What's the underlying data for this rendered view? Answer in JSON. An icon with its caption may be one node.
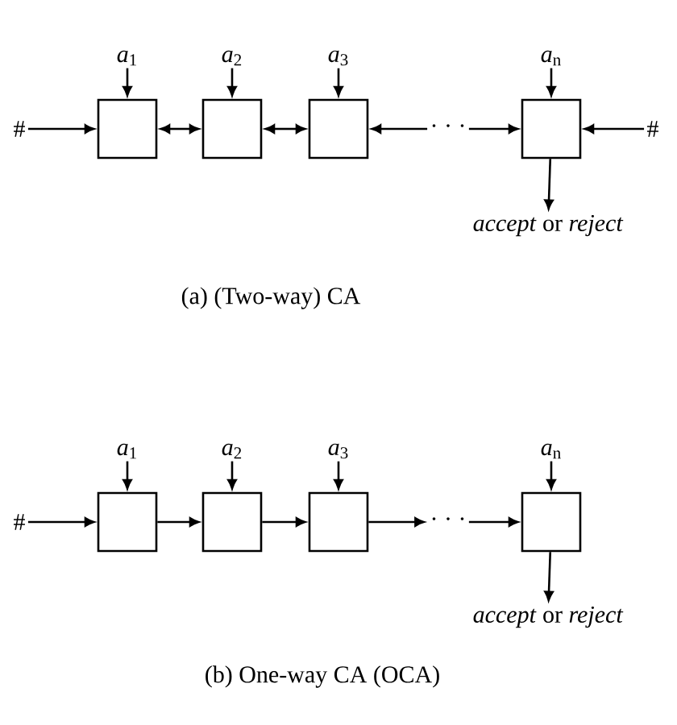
{
  "diagram": {
    "nodes": [
      {
        "text": [
          "*a*$_{1}$"
        ]
      },
      {
        "text": [
          "*a*$_{2}$"
        ]
      },
      {
        "text": [
          "*a*$_{3}$"
        ]
      },
      {
        "text": [
          "*a*$_{n}$"
        ]
      },
      {
        "text": [
          "#"
        ]
      },
      {
        "text": [],
        "shape": "box"
      },
      {
        "text": [],
        "shape": "box"
      },
      {
        "text": [],
        "shape": "box"
      },
      {
        "text": [
          "· · ·"
        ]
      },
      {
        "text": [],
        "shape": "box"
      },
      {
        "text": [
          "#"
        ]
      },
      {
        "text": [
          "*accept* or *reject*"
        ]
      },
      {
        "text": [
          "*a*$_{1}$"
        ]
      },
      {
        "text": [
          "*a*$_{2}$"
        ]
      },
      {
        "text": [
          "*a*$_{3}$"
        ]
      },
      {
        "text": [
          "*a*$_{n}$"
        ]
      },
      {
        "text": [
          "#"
        ]
      },
      {
        "text": [],
        "shape": "box"
      },
      {
        "text": [],
        "shape": "box"
      },
      {
        "text": [],
        "shape": "box"
      },
      {
        "text": [
          "· · ·"
        ]
      },
      {
        "text": [],
        "shape": "box"
      },
      {
        "text": [
          "*accept* or *reject*"
        ]
      }
    ],
    "edges": [
      {
        "from": 0,
        "to": 5,
        "arrow": "to"
      },
      {
        "from": 1,
        "to": 6,
        "arrow": "to"
      },
      {
        "from": 2,
        "to": 7,
        "arrow": "to"
      },
      {
        "from": 3,
        "to": 9,
        "arrow": "to"
      },
      {
        "from": 4,
        "to": 5,
        "arrow": "to"
      },
      {
        "from": 5,
        "to": 6,
        "arrow": "both"
      },
      {
        "from": 6,
        "to": 7,
        "arrow": "both"
      },
      {
        "from": 8,
        "to": 7,
        "arrow": "to"
      },
      {
        "from": 8,
        "to": 9,
        "arrow": "to"
      },
      {
        "from": 10,
        "to": 9,
        "arrow": "to"
      },
      {
        "from": 9,
        "to": 11,
        "arrow": "to"
      },
      {
        "from": 12,
        "to": 17,
        "arrow": "to"
      },
      {
        "from": 13,
        "to": 18,
        "arrow": "to"
      },
      {
        "from": 14,
        "to": 19,
        "arrow": "to"
      },
      {
        "from": 15,
        "to": 21,
        "arrow": "to"
      },
      {
        "from": 16,
        "to": 17,
        "arrow": "to"
      },
      {
        "from": 17,
        "to": 18,
        "arrow": "to"
      },
      {
        "from": 18,
        "to": 19,
        "arrow": "to"
      },
      {
        "from": 19,
        "to": 20,
        "arrow": "to"
      },
      {
        "from": 20,
        "to": 21,
        "arrow": "to"
      },
      {
        "from": 21,
        "to": 22,
        "arrow": "to"
      }
    ],
    "labels": [
      "(a) (Two-way) CA",
      "(b) One-way CA (OCA)"
    ]
  }
}
